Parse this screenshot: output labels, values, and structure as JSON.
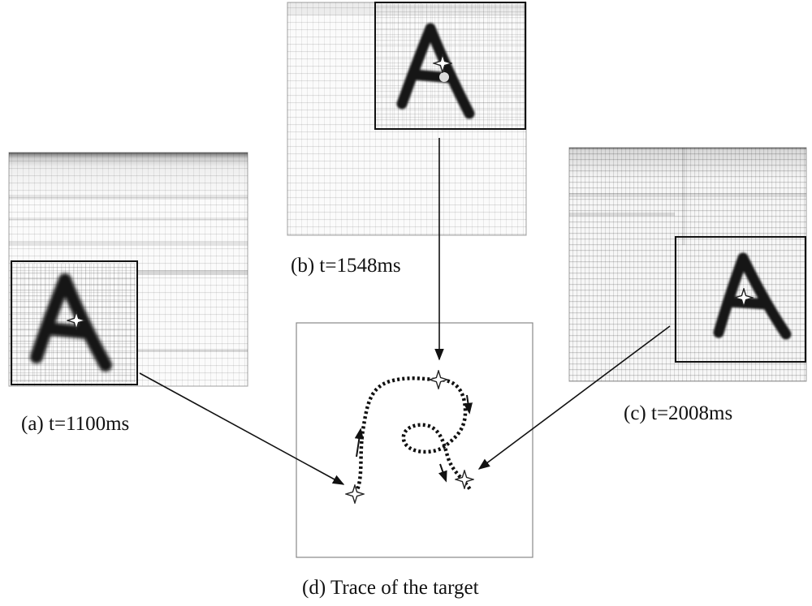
{
  "captions": {
    "a": "(a) t=1100ms",
    "b": "(b) t=1548ms",
    "c": "(c) t=2008ms",
    "d": "(d) Trace of the target"
  },
  "colors": {
    "background": "#ffffff",
    "frame_border": "#9a9a9a",
    "target_box": "#111111",
    "letter": "#141414",
    "trace": "#111111",
    "star_fill": "#ffffff"
  },
  "icons": {
    "target_marker": "four-point-star-icon",
    "direction": "arrow-icon"
  }
}
